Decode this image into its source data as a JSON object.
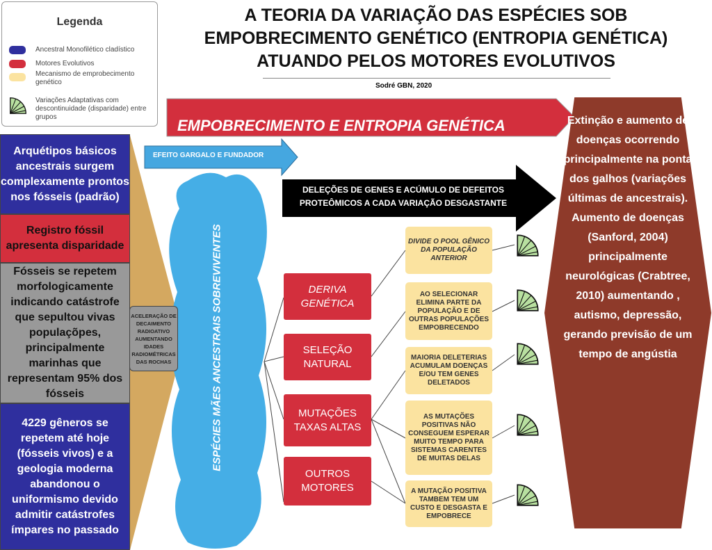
{
  "legend": {
    "title": "Legenda",
    "items": [
      {
        "label": "Ancestral  Monofilético cladístico",
        "color": "#2f2f9e"
      },
      {
        "label": "Motores Evolutivos",
        "color": "#d32f3d"
      },
      {
        "label": "Mecanismo de emprobecimento genético",
        "color": "#fbe3a0"
      },
      {
        "label": "Variações Adaptativas com descontinuidade (disparidade) entre grupos",
        "icon": "fan-icon"
      }
    ]
  },
  "title": "A TEORIA DA VARIAÇÃO DAS ESPÉCIES SOB EMPOBRECIMENTO GENÉTICO (ENTROPIA GENÉTICA) ATUANDO PELOS MOTORES EVOLUTIVOS",
  "author": "Sodré GBN, 2020",
  "banner": "EMPOBRECIMENTO E ENTROPIA GENÉTICA",
  "bottleneck": "EFEITO GARGALO E FUNDADOR",
  "deletions": "DELEÇÕES DE GENES E ACÚMULO DE DEFEITOS PROTEÔMICOS A CADA VARIAÇÃO DESGASTANTE",
  "left": [
    "Arquétipos básicos ancestrais surgem complexamente prontos nos fósseis (padrão)",
    "Registro fóssil apresenta disparidade",
    "Fósseis se repetem morfologicamente indicando catástrofe que  sepultou vivas populaçõpes, principalmente marinhas que representam 95% dos fósseis",
    "4229 gêneros se repetem até hoje (fósseis vivos) e a geologia moderna abandonou o uniformismo devido admitir catástrofes ímpares no passado"
  ],
  "radio": "ACELERAÇÃO DE DECAIMENTO RADIOATIVO AUMENTANDO IDADES RADIOMÉTRICAS DAS ROCHAS",
  "cloud": "ESPÉCIES MÃES  ANCESTRAIS SOBREVIVENTES",
  "motors": [
    "DERIVA GENÉTICA",
    "SELEÇÃO NATURAL",
    "MUTAÇÕES TAXAS ALTAS",
    "OUTROS MOTORES"
  ],
  "mechanisms": [
    "DIVIDE O POOL GÊNICO DA POPULAÇÃO ANTERIOR",
    "AO SELECIONAR ELIMINA PARTE DA POPULAÇÃO E DE OUTRAS POPULAÇÕES EMPOBRECENDO",
    "MAIORIA DELETERIAS ACUMULAM DOENÇAS E/OU TEM GENES  DELETADOS",
    "AS MUTAÇÕES POSITIVAS NÃO CONSEGUEM ESPERAR MUITO TEMPO PARA SISTEMAS CARENTES DE MUITAS DELAS",
    "A MUTAÇÃO POSITIVA TAMBEM TEM UM CUSTO E DESGASTA E EMPOBRECE"
  ],
  "outcome": "Extinção  e aumento de doenças ocorrendo principalmente na ponta dos galhos (variações últimas de  ancestrais). Aumento de doenças  (Sanford, 2004) principalmente neurológicas (Crabtree, 2010) aumentando , autismo, depressão, gerando previsão de um tempo de angústia"
}
